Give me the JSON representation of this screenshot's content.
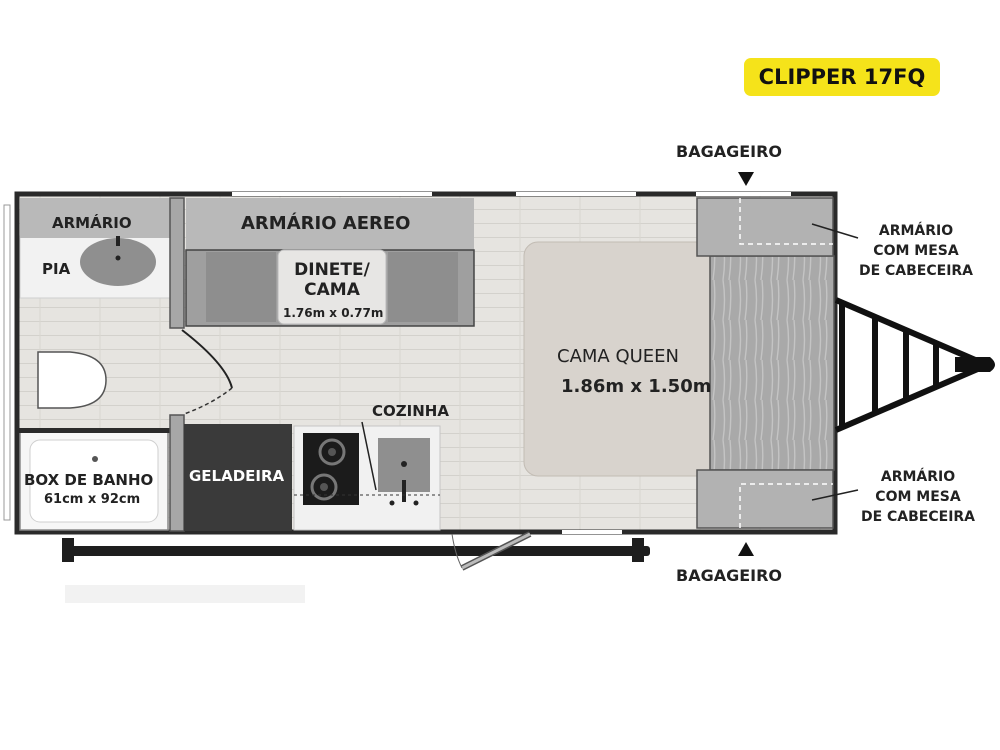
{
  "title": "CLIPPER 17FQ",
  "labels": {
    "armario": "ARMÁRIO",
    "armario_aereo": "ARMÁRIO AEREO",
    "pia": "PIA",
    "dinete_line1": "DINETE/",
    "dinete_line2": "CAMA",
    "dinete_size": "1.76m x 0.77m",
    "cama_queen": "CAMA QUEEN",
    "cama_size": "1.86m x 1.50m",
    "cozinha": "COZINHA",
    "geladeira": "GELADEIRA",
    "box_banho": "BOX DE BANHO",
    "box_size": "61cm x 92cm",
    "bagageiro_top": "BAGAGEIRO",
    "bagageiro_bottom": "BAGAGEIRO",
    "armario_mesa_top": [
      "ARMÁRIO",
      "COM MESA",
      "DE CABECEIRA"
    ],
    "armario_mesa_bottom": [
      "ARMÁRIO",
      "COM MESA",
      "DE CABECEIRA"
    ]
  },
  "colors": {
    "badge": "#f5e31a",
    "wall": "#2a2a2a",
    "floor": "#e3e1dd",
    "cabinet": "#b9b9b9",
    "bed": "#d8d3cd",
    "fridge": "#3a3a3a"
  }
}
